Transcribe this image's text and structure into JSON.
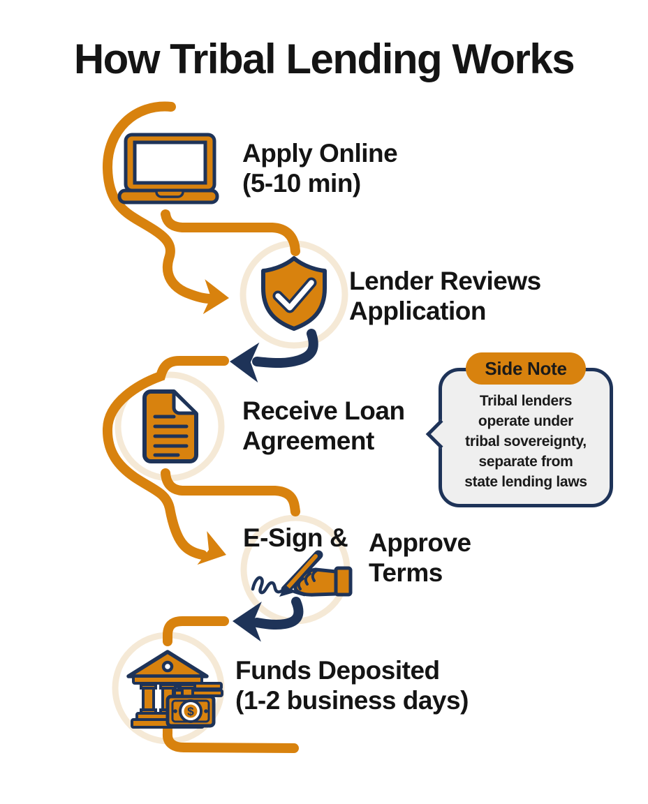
{
  "title": "How Tribal Lending Works",
  "steps": [
    {
      "name": "apply-online",
      "icon": "laptop-icon",
      "line1": "Apply Online",
      "line2": "(5-10 min)"
    },
    {
      "name": "lender-reviews",
      "icon": "shield-check-icon",
      "line1": "Lender Reviews",
      "line2": "Application"
    },
    {
      "name": "receive-agreement",
      "icon": "document-icon",
      "line1": "Receive Loan",
      "line2": "Agreement"
    },
    {
      "name": "esign-approve",
      "icon": "signature-hand-icon",
      "prefix": "E-Sign &",
      "line1": "Approve",
      "line2": "Terms"
    },
    {
      "name": "funds-deposited",
      "icon": "bank-deposit-icon",
      "line1": "Funds Deposited",
      "line2": "(1-2 business days)"
    }
  ],
  "side_note": {
    "badge": "Side Note",
    "lines": [
      "Tribal lenders",
      "operate under",
      "tribal sovereignty,",
      "separate from",
      "state lending laws"
    ]
  },
  "dollar_symbol": "$",
  "colors": {
    "orange": "#D8820E",
    "navy": "#1E3358",
    "cream": "#F5E9D6",
    "ink": "#141414",
    "note_bg": "#EFEFEF",
    "note_text": "#1A1A1A"
  }
}
